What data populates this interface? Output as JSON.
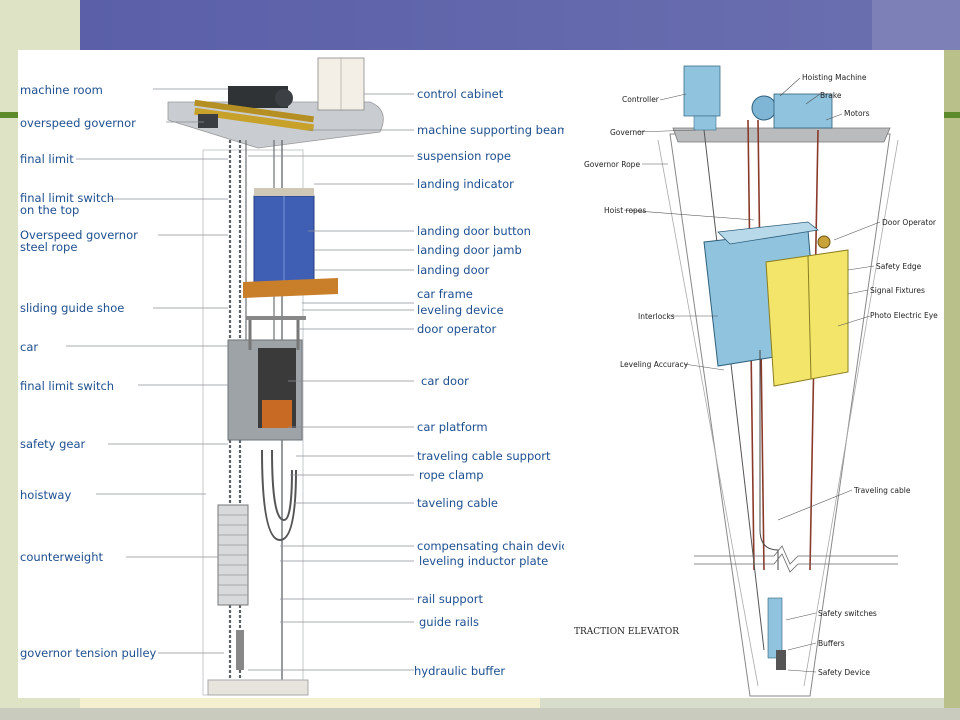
{
  "left_diagram": {
    "left_labels": [
      "machine room",
      "overspeed governor",
      "final limit",
      "final limit switch",
      "on the top",
      "Overspeed governor",
      "steel rope",
      "sliding guide shoe",
      "car",
      "final limit switch",
      "safety gear",
      "hoistway",
      "counterweight",
      "governor tension pulley"
    ],
    "right_labels": [
      "control cabinet",
      "machine supporting beam",
      "suspension rope",
      "landing indicator",
      "landing door button",
      "landing door jamb",
      "landing door",
      "car frame",
      "leveling device",
      "door operator",
      "car door",
      "car platform",
      "traveling cable support",
      "rope clamp",
      "taveling cable",
      "compensating chain device",
      "leveling inductor plate",
      "rail support",
      "guide rails",
      "hydraulic buffer"
    ]
  },
  "right_diagram": {
    "title": "TRACTION ELEVATOR",
    "labels": [
      "Hoisting Machine",
      "Brake",
      "Motors",
      "Controller",
      "Governor",
      "Governor Rope",
      "Hoist ropes",
      "Door Operator",
      "Safety Edge",
      "Signal Fixtures",
      "Interlocks",
      "Photo Electric Eye",
      "Leveling Accuracy",
      "Traveling cable",
      "Safety switches",
      "Buffers",
      "Safety Device"
    ]
  },
  "colors": {
    "label_blue": "#1e4f8f",
    "band_purple": "#5a5fa8",
    "car_cyan": "#8fc3de",
    "door_yellow": "#f2e56a"
  }
}
